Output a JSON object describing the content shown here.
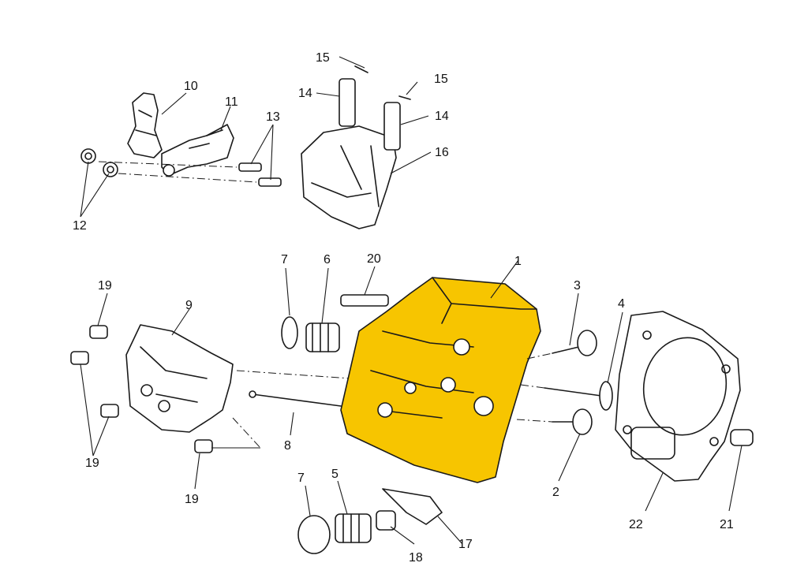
{
  "diagram": {
    "highlight_color": "#f7c500",
    "labels": {
      "p1": "1",
      "p2": "2",
      "p3": "3",
      "p4": "4",
      "p5": "5",
      "p6": "6",
      "p7a": "7",
      "p7b": "7",
      "p8": "8",
      "p9": "9",
      "p10": "10",
      "p11": "11",
      "p12": "12",
      "p13": "13",
      "p14a": "14",
      "p14b": "14",
      "p15a": "15",
      "p15b": "15",
      "p16": "16",
      "p17": "17",
      "p18": "18",
      "p19a": "19",
      "p19b": "19",
      "p19c": "19",
      "p20": "20",
      "p21": "21",
      "p22": "22"
    }
  }
}
